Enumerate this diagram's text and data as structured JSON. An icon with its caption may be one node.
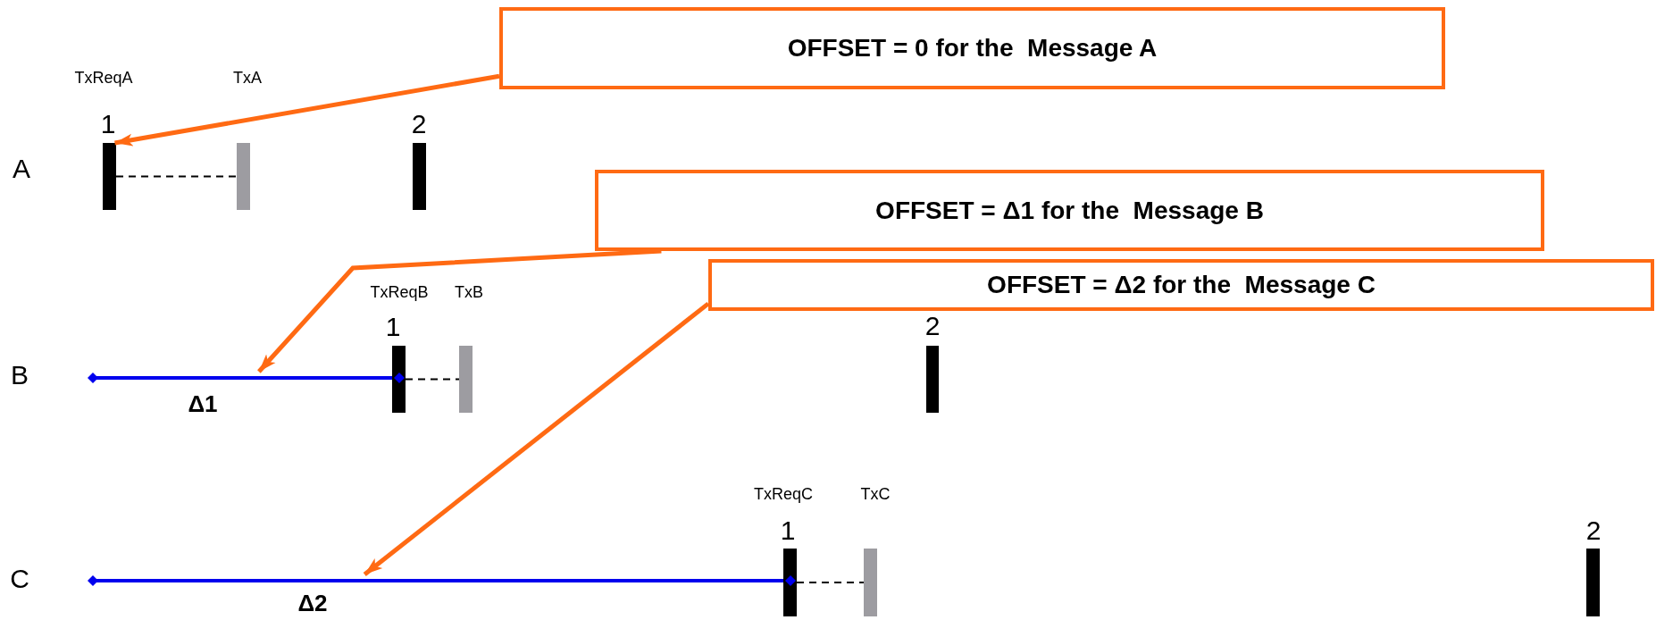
{
  "diagram": {
    "nodes": [
      {
        "text": [
          "OFFSET = 0 for the  Message A"
        ]
      },
      {
        "text": [
          "OFFSET = Δ1 for the  Message B"
        ]
      },
      {
        "text": [
          "OFFSET = Δ2 for the  Message C"
        ]
      },
      {
        "text": [],
        "shape": "bar"
      },
      {
        "text": [],
        "shape": "bar",
        "beside": [
          "Δ1"
        ]
      },
      {
        "text": [],
        "shape": "bar",
        "beside": [
          "Δ2"
        ]
      },
      {
        "text": [],
        "shape": "bar"
      },
      {
        "text": [],
        "shape": "bar"
      },
      {
        "text": [],
        "shape": "bar"
      },
      {
        "text": [],
        "shape": "bar"
      },
      {
        "text": [],
        "shape": "bar"
      },
      {
        "text": [],
        "shape": "bar"
      },
      {
        "text": [],
        "shape": "bar"
      },
      {
        "text": [],
        "shape": "bar"
      }
    ],
    "edges": [
      {
        "from": 0,
        "to": 3,
        "arrow": "to",
        "style": "thick"
      },
      {
        "from": 1,
        "to": 4,
        "arrow": "to",
        "style": "thick"
      },
      {
        "from": 2,
        "to": 5,
        "arrow": "to",
        "style": "thick"
      },
      {
        "from": 3,
        "to": 6,
        "arrow": "none",
        "style": "dashed",
        "color": "#000000"
      },
      {
        "from": 8,
        "to": 9,
        "arrow": "none",
        "style": "dashed",
        "color": "#000000"
      },
      {
        "from": 11,
        "to": 12,
        "arrow": "none",
        "style": "dashed",
        "color": "#000000"
      }
    ],
    "labels": [
      "TxReqA",
      "TxA",
      "1",
      "2",
      "A",
      "TxReqB",
      "TxB",
      "1",
      "2",
      "B",
      "TxReqC",
      "TxC",
      "1",
      "2",
      "C"
    ]
  }
}
